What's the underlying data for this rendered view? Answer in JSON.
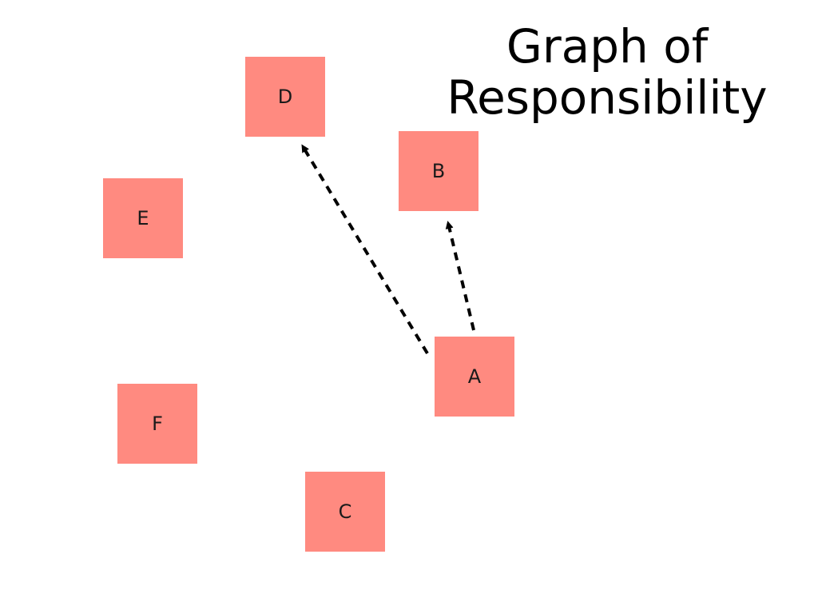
{
  "title": {
    "line1": "Graph of",
    "line2": "Responsibility"
  },
  "nodes": {
    "a": "A",
    "b": "B",
    "c": "C",
    "d": "D",
    "e": "E",
    "f": "F"
  },
  "edges": [
    {
      "from": "A",
      "to": "D",
      "style": "dashed-arrow"
    },
    {
      "from": "A",
      "to": "B",
      "style": "dashed-arrow"
    }
  ],
  "colors": {
    "node_fill": "#FF8A80",
    "edge": "#000000",
    "text": "#1a1a1a"
  }
}
